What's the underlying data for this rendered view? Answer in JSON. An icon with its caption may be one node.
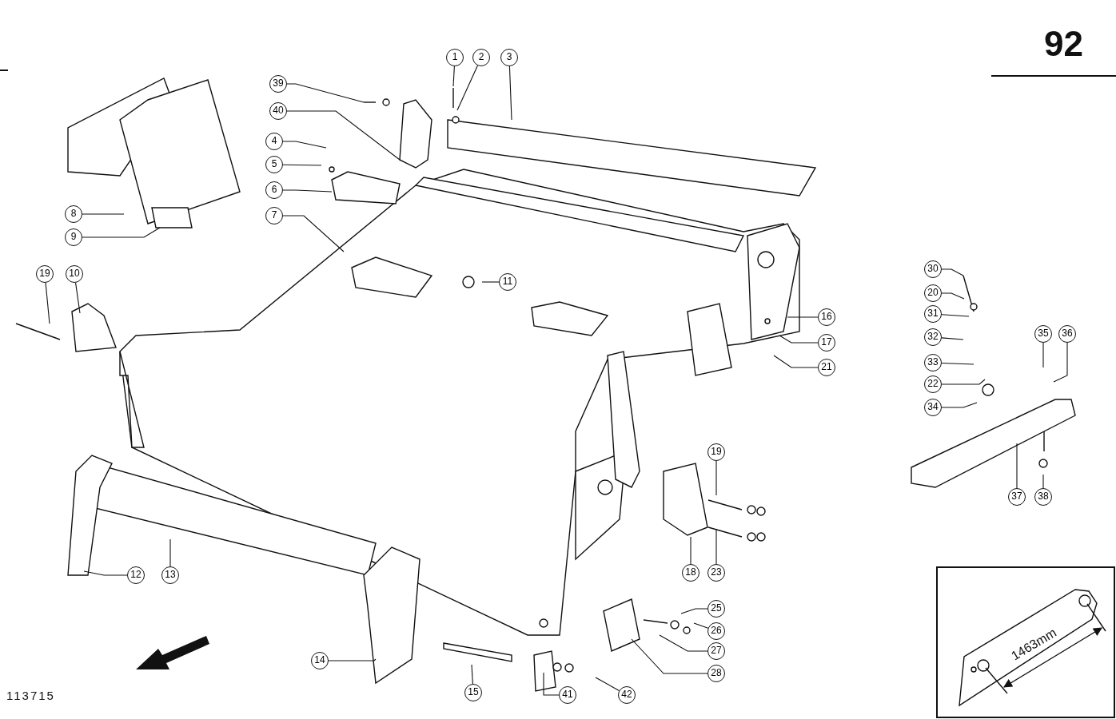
{
  "diagram": {
    "nodes": [
      {
        "text": [
          "1"
        ]
      },
      {
        "text": [
          "2"
        ]
      },
      {
        "text": [
          "3"
        ]
      },
      {
        "text": [
          "39"
        ]
      },
      {
        "text": [
          "40"
        ]
      },
      {
        "text": [
          "4"
        ]
      },
      {
        "text": [
          "5"
        ]
      },
      {
        "text": [
          "6"
        ]
      },
      {
        "text": [
          "7"
        ]
      },
      {
        "text": [
          "8"
        ]
      },
      {
        "text": [
          "9"
        ]
      },
      {
        "text": [
          "19"
        ]
      },
      {
        "text": [
          "10"
        ]
      },
      {
        "text": [
          "11"
        ]
      },
      {
        "text": [
          "16"
        ]
      },
      {
        "text": [
          "17"
        ]
      },
      {
        "text": [
          "21"
        ]
      },
      {
        "text": [
          "30"
        ]
      },
      {
        "text": [
          "20"
        ]
      },
      {
        "text": [
          "31"
        ]
      },
      {
        "text": [
          "32"
        ]
      },
      {
        "text": [
          "33"
        ]
      },
      {
        "text": [
          "22"
        ]
      },
      {
        "text": [
          "34"
        ]
      },
      {
        "text": [
          "35"
        ]
      },
      {
        "text": [
          "36"
        ]
      },
      {
        "text": [
          "19"
        ]
      },
      {
        "text": [
          "37"
        ]
      },
      {
        "text": [
          "38"
        ]
      },
      {
        "text": [
          "18"
        ]
      },
      {
        "text": [
          "23"
        ]
      },
      {
        "text": [
          "12"
        ]
      },
      {
        "text": [
          "13"
        ]
      },
      {
        "text": [
          "25"
        ]
      },
      {
        "text": [
          "26"
        ]
      },
      {
        "text": [
          "27"
        ]
      },
      {
        "text": [
          "14"
        ]
      },
      {
        "text": [
          "28"
        ]
      },
      {
        "text": [
          "15"
        ]
      },
      {
        "text": [
          "41"
        ]
      },
      {
        "text": [
          "42"
        ]
      }
    ],
    "edges": [
      {
        "from": 0,
        "to": null,
        "arrow": "none"
      },
      {
        "from": 1,
        "to": null,
        "arrow": "none"
      },
      {
        "from": 2,
        "to": null,
        "arrow": "none"
      },
      {
        "from": 3,
        "to": null,
        "arrow": "none"
      },
      {
        "from": 4,
        "to": null,
        "arrow": "none"
      },
      {
        "from": 5,
        "to": null,
        "arrow": "none"
      },
      {
        "from": 6,
        "to": null,
        "arrow": "none"
      },
      {
        "from": 7,
        "to": null,
        "arrow": "none"
      },
      {
        "from": 8,
        "to": null,
        "arrow": "none"
      },
      {
        "from": 9,
        "to": null,
        "arrow": "none"
      },
      {
        "from": 10,
        "to": null,
        "arrow": "none"
      },
      {
        "from": 11,
        "to": null,
        "arrow": "none"
      },
      {
        "from": 12,
        "to": null,
        "arrow": "none"
      },
      {
        "from": 13,
        "to": null,
        "arrow": "none"
      },
      {
        "from": 14,
        "to": null,
        "arrow": "none"
      },
      {
        "from": 15,
        "to": null,
        "arrow": "none"
      },
      {
        "from": 16,
        "to": null,
        "arrow": "none"
      },
      {
        "from": 17,
        "to": null,
        "arrow": "none"
      },
      {
        "from": 18,
        "to": null,
        "arrow": "none"
      },
      {
        "from": 19,
        "to": null,
        "arrow": "none"
      },
      {
        "from": 20,
        "to": null,
        "arrow": "none"
      },
      {
        "from": 21,
        "to": null,
        "arrow": "none"
      },
      {
        "from": 22,
        "to": null,
        "arrow": "none"
      },
      {
        "from": 23,
        "to": null,
        "arrow": "none"
      },
      {
        "from": 24,
        "to": null,
        "arrow": "none"
      },
      {
        "from": 25,
        "to": null,
        "arrow": "none"
      },
      {
        "from": 26,
        "to": null,
        "arrow": "none"
      },
      {
        "from": 27,
        "to": null,
        "arrow": "none"
      },
      {
        "from": 28,
        "to": null,
        "arrow": "none"
      },
      {
        "from": 29,
        "to": null,
        "arrow": "none"
      },
      {
        "from": 30,
        "to": null,
        "arrow": "none"
      },
      {
        "from": 31,
        "to": null,
        "arrow": "none"
      },
      {
        "from": 32,
        "to": null,
        "arrow": "none"
      },
      {
        "from": 33,
        "to": null,
        "arrow": "none"
      },
      {
        "from": 34,
        "to": null,
        "arrow": "none"
      },
      {
        "from": 35,
        "to": null,
        "arrow": "none"
      },
      {
        "from": 36,
        "to": null,
        "arrow": "none"
      },
      {
        "from": 37,
        "to": null,
        "arrow": "none"
      },
      {
        "from": 38,
        "to": null,
        "arrow": "none"
      },
      {
        "from": 39,
        "to": null,
        "arrow": "none"
      },
      {
        "from": 40,
        "to": null,
        "arrow": "none"
      }
    ],
    "labels": [
      "92",
      "1463mm",
      "113715"
    ]
  }
}
